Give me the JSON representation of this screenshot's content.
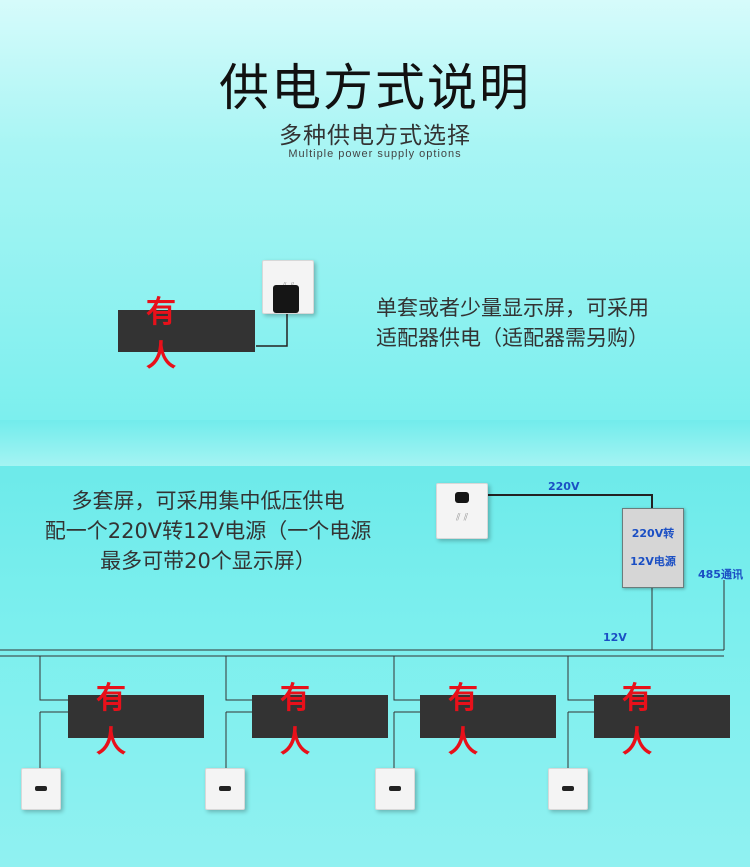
{
  "header": {
    "title": "供电方式说明",
    "subtitle": "多种供电方式选择",
    "subtitle_en": "Multiple power supply options"
  },
  "single": {
    "sign_text": "有 人",
    "description_line1": "单套或者少量显示屏，可采用",
    "description_line2": "适配器供电（适配器需另购）"
  },
  "multi": {
    "description_line1": "多套屏，可采用集中低压供电",
    "description_line2": "配一个220V转12V电源（一个电源",
    "description_line3": "最多可带20个显示屏）",
    "label_220v": "220V",
    "label_12v": "12V",
    "label_485": "485通讯",
    "psu_line1": "220V转",
    "psu_line2": "12V电源",
    "signs": [
      "有 人",
      "有 人",
      "有 人",
      "有 人"
    ]
  },
  "colors": {
    "sign_background": "#333333",
    "sign_text": "#e8101a",
    "label_blue": "#1b4fc4"
  }
}
